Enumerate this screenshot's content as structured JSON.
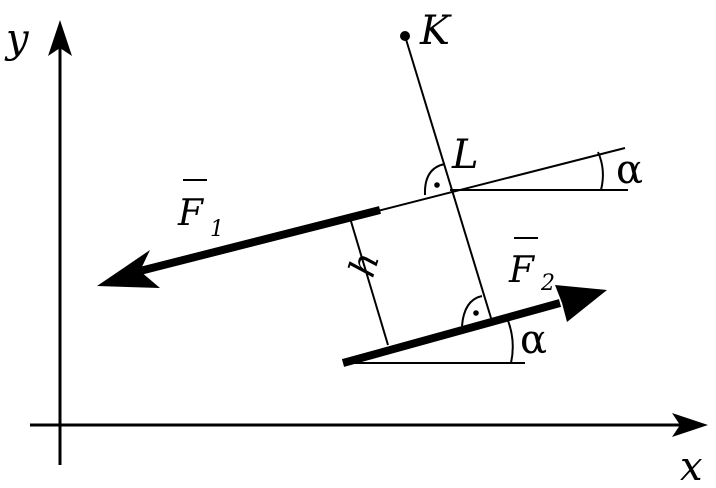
{
  "axes": {
    "x_label": "x",
    "y_label": "y"
  },
  "points": {
    "k_label": "K",
    "l_label": "L"
  },
  "forces": {
    "f1_letter": "F",
    "f1_subscript": "1",
    "f2_letter": "F",
    "f2_subscript": "2"
  },
  "arm": {
    "label": "h"
  },
  "angles": {
    "upper_label": "α",
    "lower_label": "α"
  },
  "colors": {
    "ink": "#000000",
    "background": "#ffffff"
  }
}
